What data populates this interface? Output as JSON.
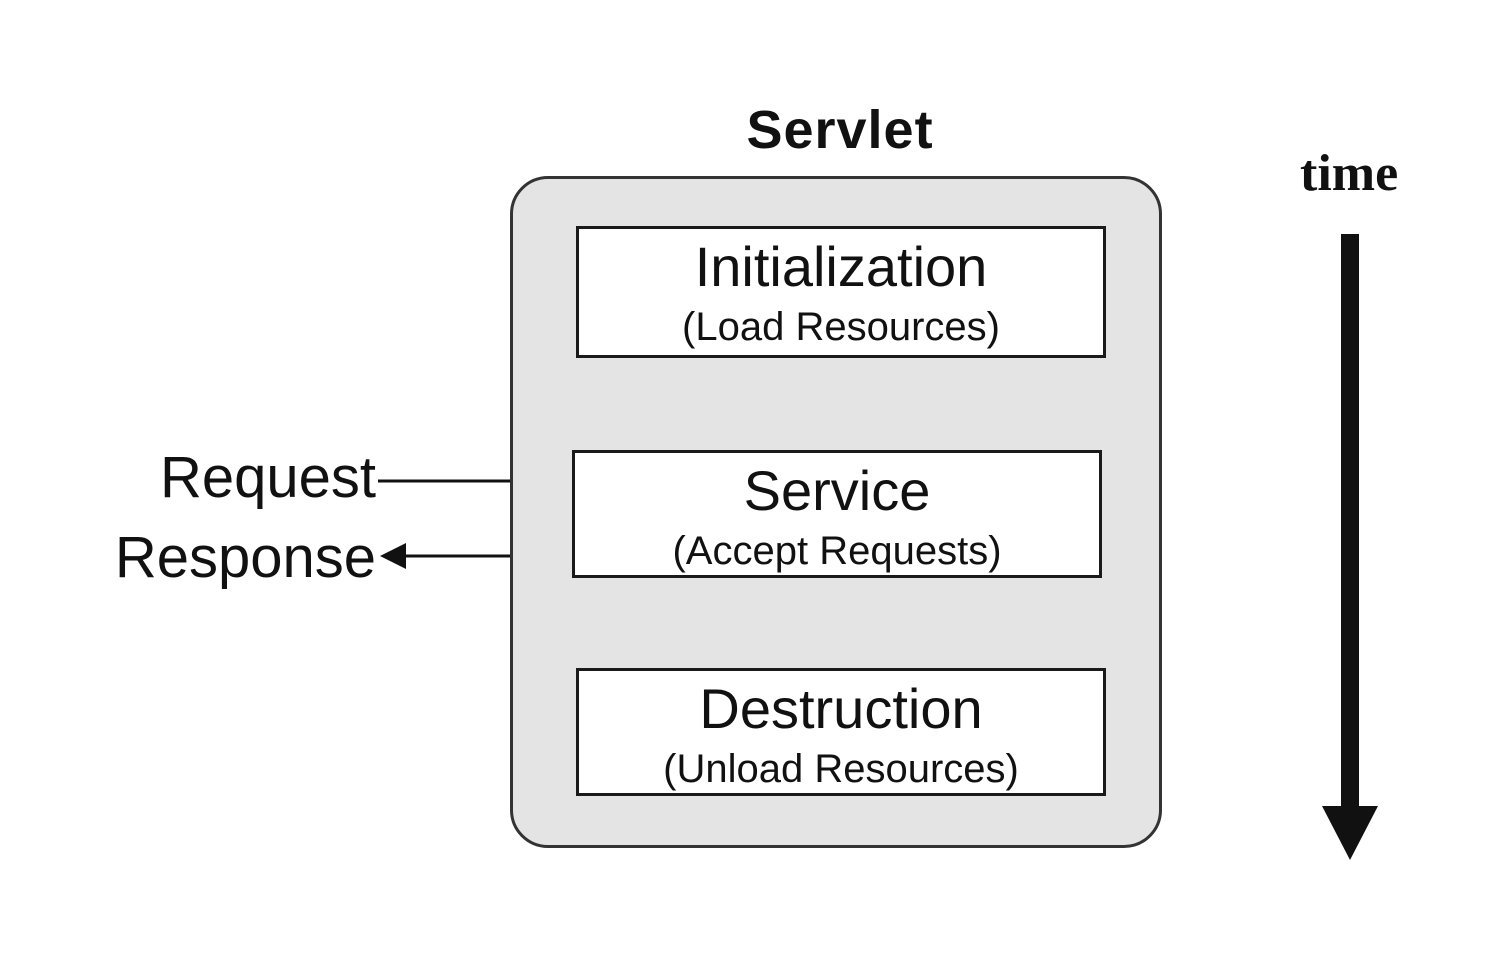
{
  "diagram": {
    "title": "Servlet",
    "stages": [
      {
        "name": "Initialization",
        "description": "(Load Resources)"
      },
      {
        "name": "Service",
        "description": "(Accept Requests)"
      },
      {
        "name": "Destruction",
        "description": "(Unload Resources)"
      }
    ],
    "request_label": "Request",
    "response_label": "Response",
    "time_label": "time"
  },
  "colors": {
    "container_fill": "#e4e4e4",
    "box_fill": "#ffffff",
    "line": "#111111"
  }
}
